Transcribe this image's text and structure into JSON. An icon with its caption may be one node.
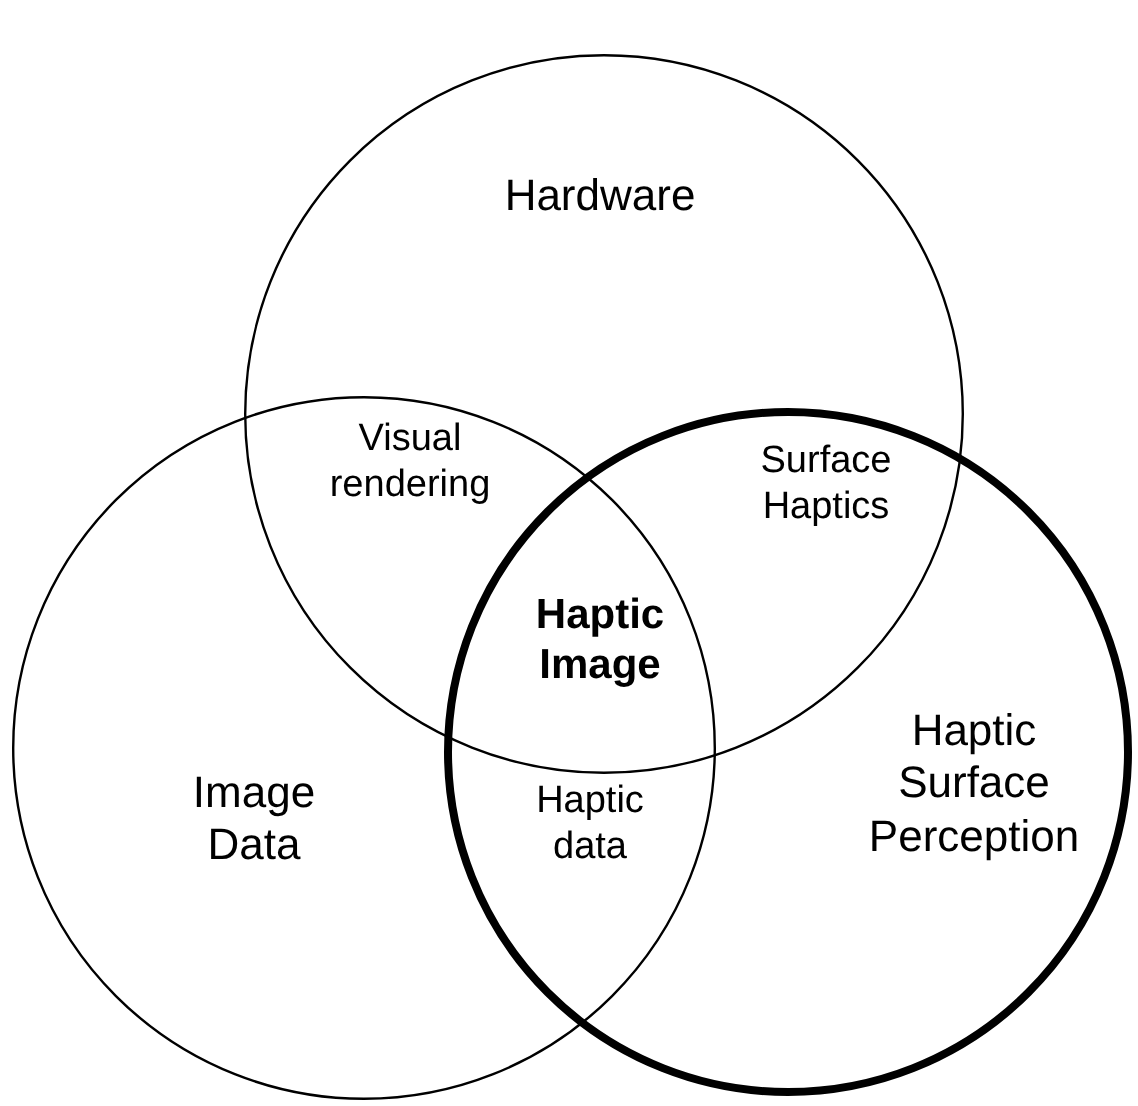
{
  "diagram": {
    "nodes": [
      {
        "text": [
          "Hardware"
        ]
      },
      {
        "text": [
          "Image Data"
        ]
      },
      {
        "text": [
          "Haptic Surface Perception"
        ]
      }
    ],
    "labels": [
      "Visual rendering",
      "Surface Haptics",
      "Haptic Image",
      "Haptic data"
    ]
  }
}
